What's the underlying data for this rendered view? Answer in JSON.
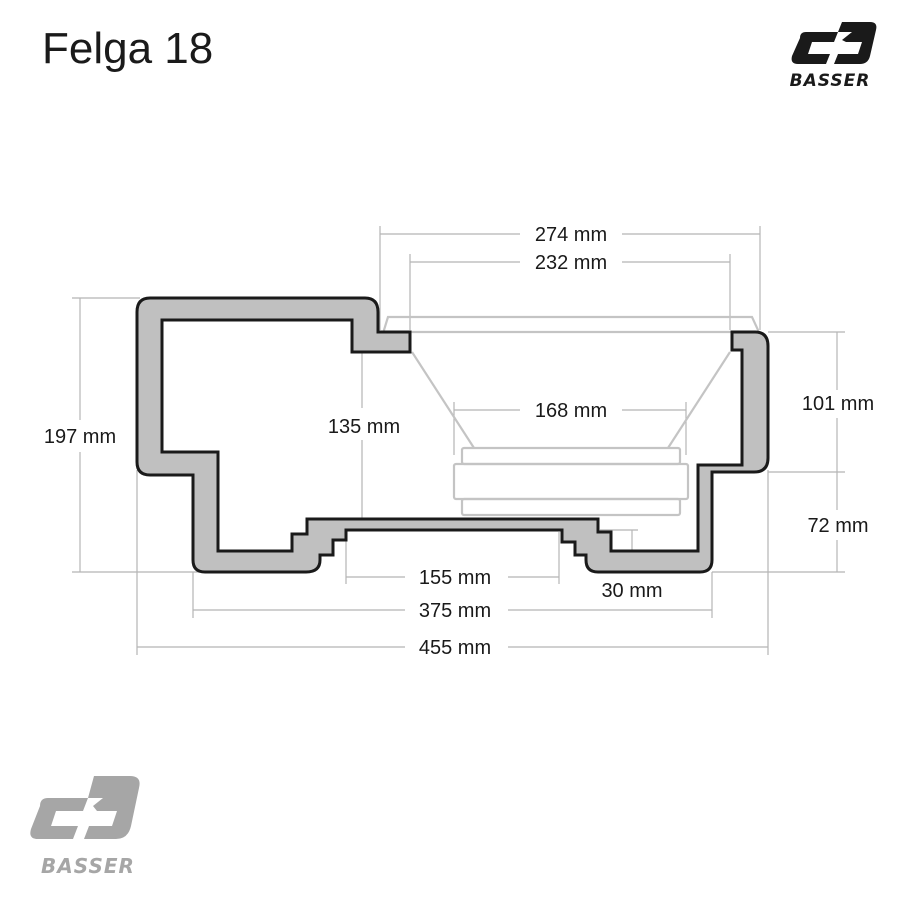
{
  "title": "Felga 18",
  "brand": {
    "name": "BASSER",
    "logo_top_color": "#1a1a1a",
    "logo_bottom_color": "#a6a6a6"
  },
  "colors": {
    "wall_fill": "#c0c0c0",
    "wall_stroke": "#1a1a1a",
    "dim_line": "#b5b5b5",
    "speaker_line": "#c4c4c4"
  },
  "dimensions": {
    "d274": "274 mm",
    "d232": "232 mm",
    "d168": "168 mm",
    "d135": "135 mm",
    "d197": "197 mm",
    "d101": "101 mm",
    "d72": "72 mm",
    "d155": "155 mm",
    "d30": "30 mm",
    "d375": "375 mm",
    "d455": "455 mm"
  }
}
